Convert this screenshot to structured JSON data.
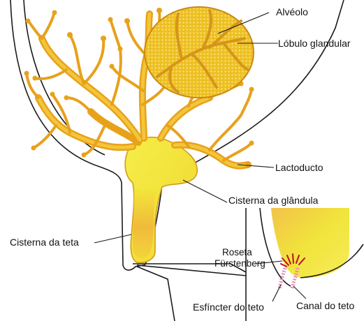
{
  "labels": {
    "alveolo": "Alvéolo",
    "lobulo": "Lóbulo glandular",
    "lactoducto": "Lactoducto",
    "cisterna_glandula": "Cisterna da glândula",
    "cisterna_teta": "Cisterna da teta",
    "roseta_1": "Roseta",
    "roseta_2": "Fürstenberg",
    "esfincter": "Esfíncter do teto",
    "canal": "Canal do teto"
  },
  "colors": {
    "duct_outer": "#e8a21a",
    "duct_inner": "#f6cf3a",
    "lobule": "#e9b516",
    "cistern": "#f3ea3c",
    "cistern_edge": "#d79b18",
    "rosette": "#b8102a",
    "sphincter": "#e58fb6"
  }
}
